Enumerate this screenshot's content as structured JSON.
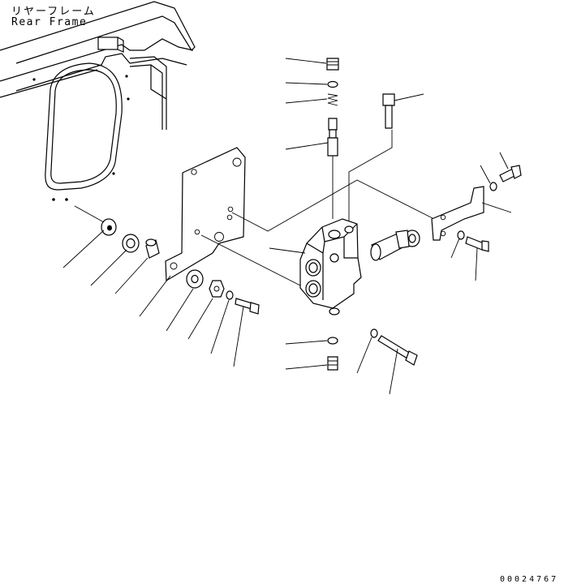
{
  "title_ja": "リヤーフレーム",
  "title_en": "Rear Frame",
  "drawing_code": "00024767"
}
